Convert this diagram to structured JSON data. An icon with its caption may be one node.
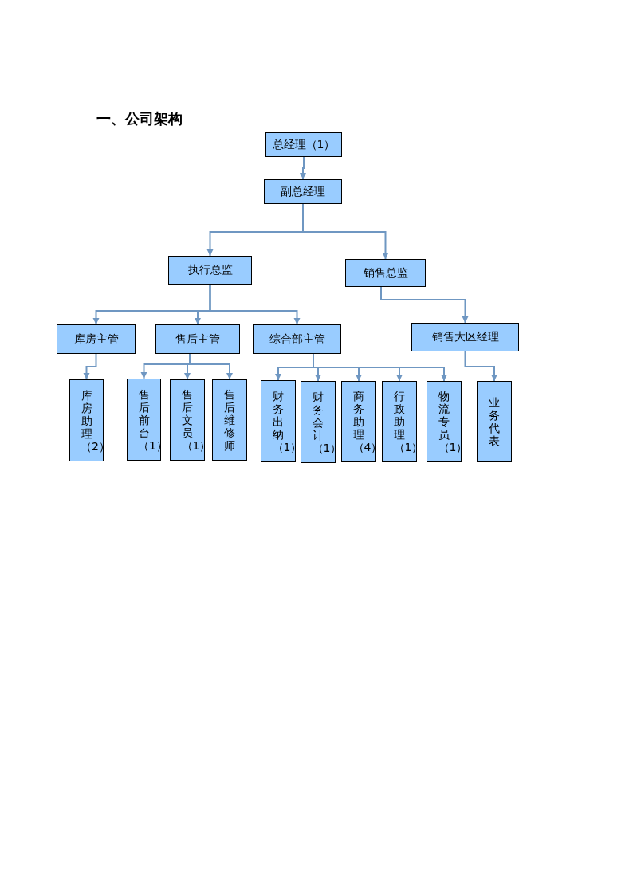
{
  "diagram": {
    "title": "一、公司架构",
    "nodes": [
      {
        "text": [
          "总经理（1）"
        ]
      },
      {
        "text": [
          "副总经理"
        ]
      },
      {
        "text": [
          "执行总监"
        ]
      },
      {
        "text": [
          "销售总监"
        ]
      },
      {
        "text": [
          "库房主管"
        ]
      },
      {
        "text": [
          "售后主管"
        ]
      },
      {
        "text": [
          "综合部主管"
        ]
      },
      {
        "text": [
          "销售大区经理"
        ]
      },
      {
        "text": [
          "库房助理（2）"
        ]
      },
      {
        "text": [
          "售后前台（1）"
        ]
      },
      {
        "text": [
          "售后文员（1）"
        ]
      },
      {
        "text": [
          "售后维修师"
        ]
      },
      {
        "text": [
          "财务出纳（1）"
        ]
      },
      {
        "text": [
          "财务会计（1）"
        ]
      },
      {
        "text": [
          "商务助理（4）"
        ]
      },
      {
        "text": [
          "行政助理（1）"
        ]
      },
      {
        "text": [
          "物流专员（1）"
        ]
      },
      {
        "text": [
          "业务代表"
        ]
      }
    ],
    "edges": [
      {
        "from": 0,
        "to": 1,
        "arrow": "to"
      },
      {
        "from": 1,
        "to": 2,
        "arrow": "to"
      },
      {
        "from": 1,
        "to": 3,
        "arrow": "to"
      },
      {
        "from": 2,
        "to": 4,
        "arrow": "to"
      },
      {
        "from": 2,
        "to": 5,
        "arrow": "to"
      },
      {
        "from": 2,
        "to": 6,
        "arrow": "to"
      },
      {
        "from": 3,
        "to": 7,
        "arrow": "to"
      },
      {
        "from": 4,
        "to": 8,
        "arrow": "to"
      },
      {
        "from": 5,
        "to": 9,
        "arrow": "to"
      },
      {
        "from": 5,
        "to": 10,
        "arrow": "to"
      },
      {
        "from": 5,
        "to": 11,
        "arrow": "to"
      },
      {
        "from": 6,
        "to": 12,
        "arrow": "to"
      },
      {
        "from": 6,
        "to": 13,
        "arrow": "to"
      },
      {
        "from": 6,
        "to": 14,
        "arrow": "to"
      },
      {
        "from": 6,
        "to": 15,
        "arrow": "to"
      },
      {
        "from": 6,
        "to": 16,
        "arrow": "to"
      },
      {
        "from": 7,
        "to": 17,
        "arrow": "to"
      }
    ]
  }
}
